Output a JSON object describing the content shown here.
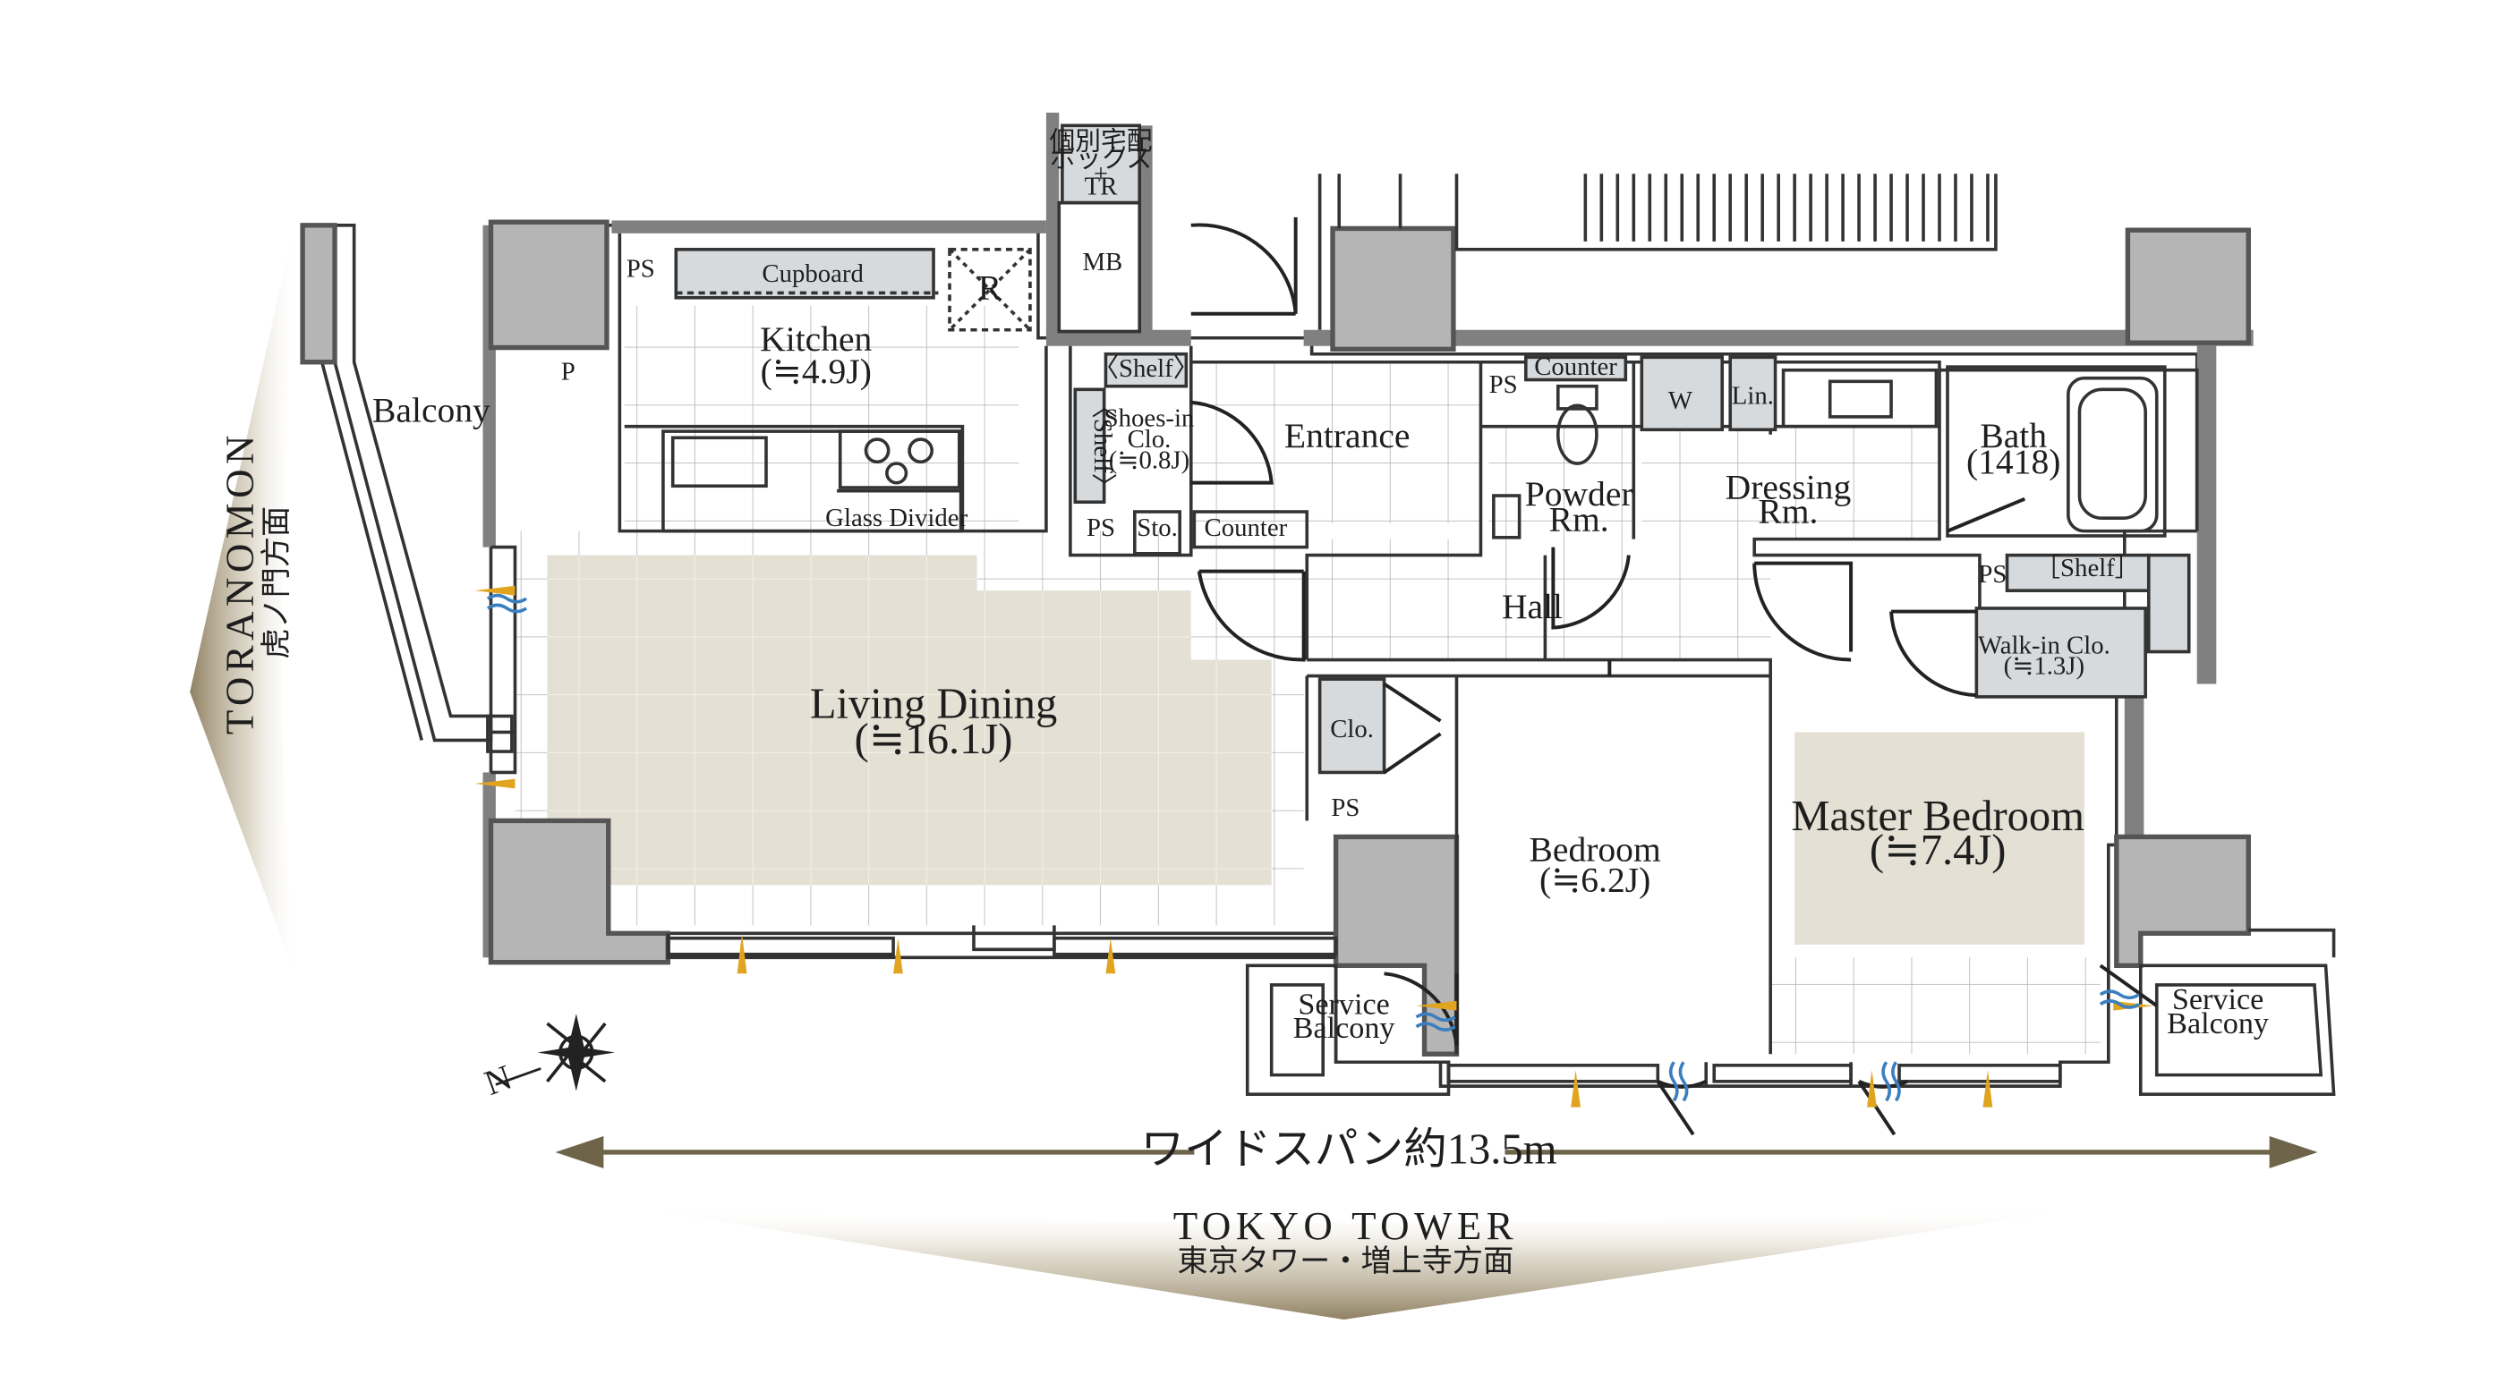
{
  "rooms": {
    "balcony": "Balcony",
    "kitchen": "Kitchen",
    "kitchen_size": "(≒4.9J)",
    "living_dining": "Living Dining",
    "living_dining_size": "(≒16.1J)",
    "entrance": "Entrance",
    "shoes_in_1": "Shoes-in",
    "shoes_in_2": "Clo.",
    "shoes_in_size": "(≒0.8J)",
    "powder_1": "Powder",
    "powder_2": "Rm.",
    "dressing_1": "Dressing",
    "dressing_2": "Rm.",
    "bath": "Bath",
    "bath_size": "(1418)",
    "hall": "Hall",
    "walkin_1": "Walk-in Clo.",
    "walkin_size": "(≒1.3J)",
    "bedroom": "Bedroom",
    "bedroom_size": "(≒6.2J)",
    "master": "Master Bedroom",
    "master_size": "(≒7.4J)",
    "service_balcony_1": "Service",
    "service_balcony_2": "Balcony",
    "clo": "Clo."
  },
  "fixtures": {
    "ps": "PS",
    "p": "P",
    "cupboard": "Cupboard",
    "refrigerator": "R",
    "mb": "MB",
    "delivery_1": "個別宅配",
    "delivery_2": "ボックス",
    "delivery_3": "+",
    "delivery_4": "TR",
    "shelf": "〈Shelf〉",
    "shelf_vert": "〈Shelf〉",
    "shelf_bracket": "［Shelf］",
    "glass_divider": "Glass Divider",
    "sto": "Sto.",
    "counter": "Counter",
    "w": "W",
    "lin": "Lin."
  },
  "directions": {
    "left_title": "TORANOMON",
    "left_sub": "虎ノ門方面",
    "bottom_title": "TOKYO TOWER",
    "bottom_sub": "東京タワー・増上寺方面",
    "span_label": "ワイドスパン約13.5m",
    "compass_n": "N"
  },
  "colors": {
    "wall": "#808080",
    "accent_arrow": "#e0a41f",
    "wind": "#3a7fc0",
    "room_fill": "#e4e0d4",
    "direction_brown": "#8a7a5a"
  }
}
